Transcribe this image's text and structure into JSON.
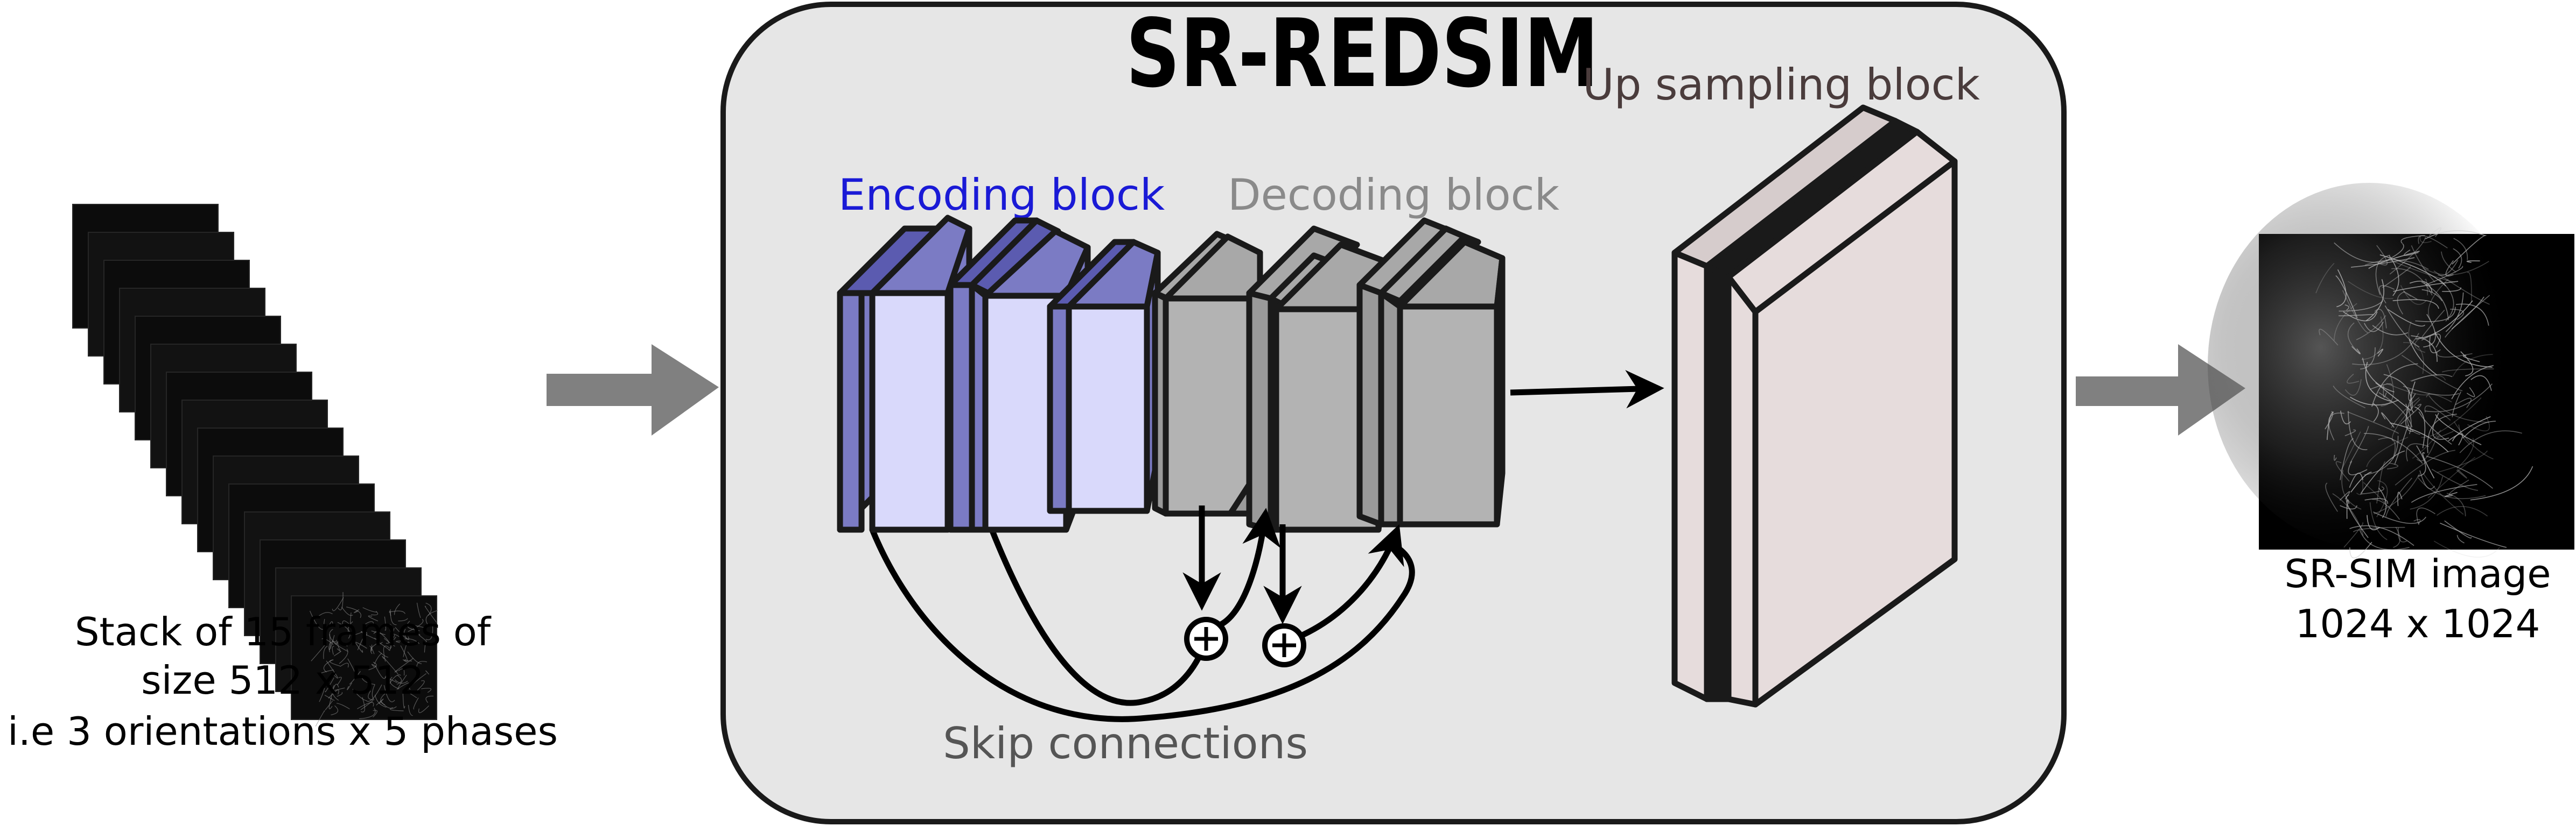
{
  "title": "SR-REDSIM",
  "input": {
    "caption_lines": [
      "Stack of 15 frames of",
      "size 512 x 512",
      "i.e 3 orientations x 5 phases"
    ]
  },
  "blocks": {
    "encoding": "Encoding block",
    "decoding": "Decoding block",
    "upsampling": "Up sampling block",
    "skip": "Skip connections"
  },
  "output": {
    "caption_lines": [
      "SR-SIM image",
      "1024 x 1024"
    ]
  },
  "colors": {
    "encoding_text": "#1a1ad6",
    "encoding_face": "#d9d9fb",
    "encoding_side": "#7b7bc4",
    "decoding_text": "#8a8a8a",
    "decoding_face": "#b3b3b3",
    "decoding_side": "#9a9a9a",
    "upsampling_text": "#4a3c3c",
    "upsampling_face": "#e6dcdc",
    "panel_fill": "#e6e6e6",
    "arrow_fill": "#808080"
  }
}
